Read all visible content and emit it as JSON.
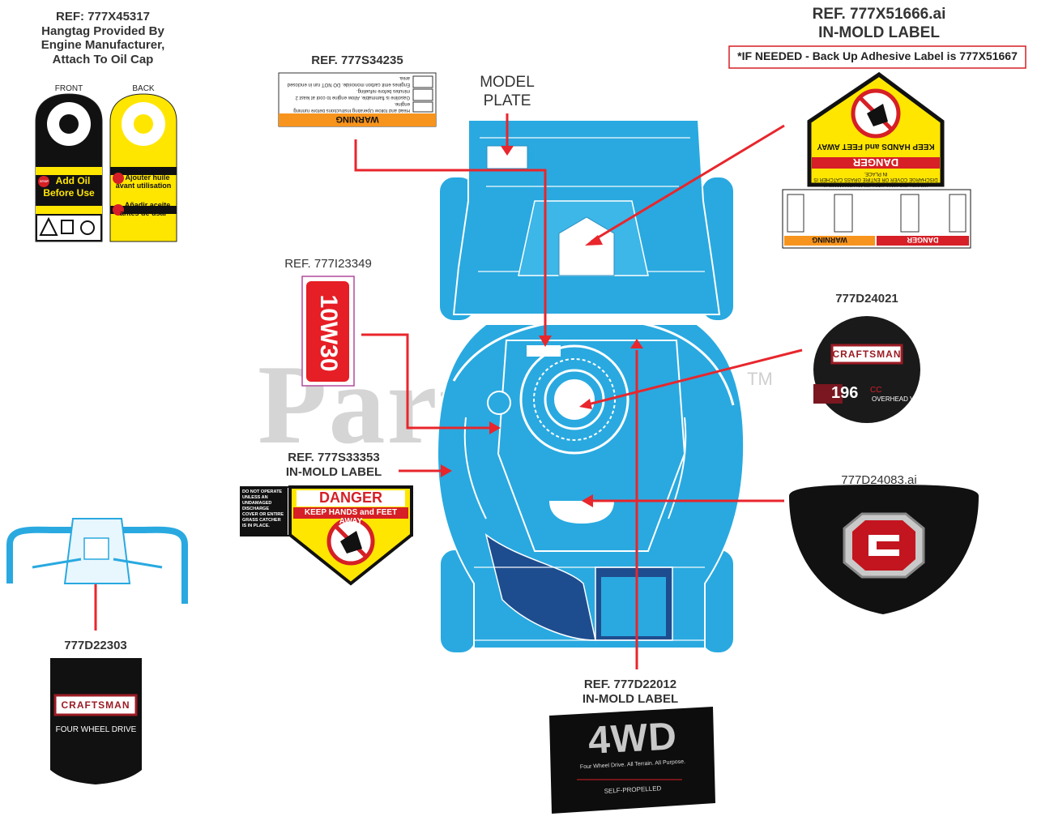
{
  "watermark": {
    "text": "PartsTree",
    "tm": "TM"
  },
  "hangtag": {
    "ref": "REF: 777X45317",
    "desc_line1": "Hangtag Provided By",
    "desc_line2": "Engine Manufacturer,",
    "desc_line3": "Attach To Oil Cap",
    "front_label": "FRONT",
    "back_label": "BACK",
    "front_text1": "Add Oil",
    "front_text2": "Before Use",
    "back_text1": "Ajouter huile",
    "back_text2": "avant utilisation",
    "back_text3": "Añadir aceite",
    "back_text4": "antes de usar",
    "stop_text": "STOP"
  },
  "warning_label": {
    "ref": "REF. 777S34235",
    "banner": "WARNING",
    "line1": "Read and follow Operating Instructions before running engine.",
    "line2": "Gasoline is flammable. Allow engine to cool at least 2 minutes before refueling.",
    "line3": "Engines emit carbon monoxide. DO NOT run in enclosed area."
  },
  "model_plate": {
    "line1": "MODEL",
    "line2": "PLATE"
  },
  "in_mold_top": {
    "ref": "REF. 777X51666.ai",
    "desc": "IN-MOLD LABEL",
    "note": "*IF NEEDED - Back Up Adhesive Label is 777X51667",
    "danger_word": "DANGER",
    "keep_hands": "KEEP HANDS and FEET AWAY",
    "small_text": "DO NOT OPERATE UNLESS AN UNDAMAGED DISCHARGE COVER OR ENTIRE GRASS CATCHER IS IN PLACE.",
    "bottom_warning": "WARNING",
    "bottom_danger": "DANGER"
  },
  "oil_label": {
    "ref": "REF. 777I23349",
    "text": "10W30"
  },
  "engine_decal": {
    "ref": "777D24021",
    "brand": "CRAFTSMAN",
    "displacement": "196",
    "unit": "CC",
    "valve": "OVERHEAD VALVE"
  },
  "danger_label": {
    "ref": "REF. 777S33353",
    "desc": "IN-MOLD LABEL",
    "side_text": "DO NOT OPERATE UNLESS AN UNDAMAGED DISCHARGE COVER OR ENTIRE GRASS CATCHER IS IN PLACE.",
    "danger_word": "DANGER",
    "keep_hands": "KEEP HANDS and FEET AWAY"
  },
  "emblem": {
    "ref": "777D24083.ai"
  },
  "handle_label": {
    "ref": "777D22303",
    "brand": "CRAFTSMAN",
    "text": "FOUR WHEEL DRIVE"
  },
  "label_4wd": {
    "ref": "REF. 777D22012",
    "desc": "IN-MOLD LABEL",
    "big": "4WD",
    "tagline": "Four Wheel Drive. All Terrain. All Purpose.",
    "sub": "SELF-PROPELLED"
  },
  "colors": {
    "deck_blue": "#29a9e0",
    "deck_dark": "#1e4d8f",
    "arrow_red": "#e8262c",
    "danger_yellow": "#ffe600",
    "danger_red": "#d61f26"
  }
}
